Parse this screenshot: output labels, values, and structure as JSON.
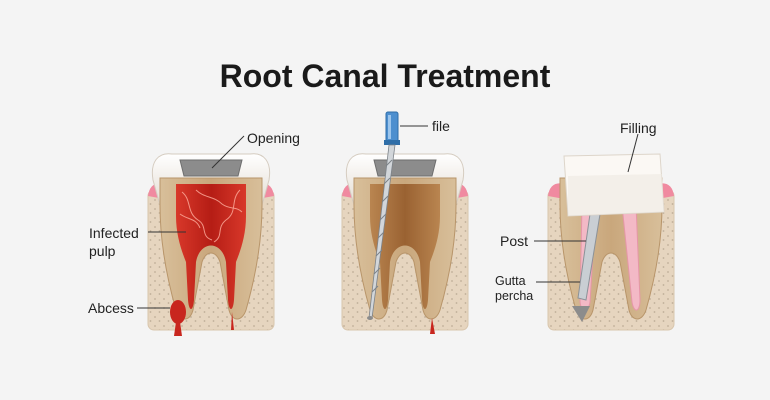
{
  "title": "Root Canal Treatment",
  "panels": [
    {
      "id": "infected",
      "labels": {
        "opening": "Opening",
        "infected_line1": "Infected",
        "infected_line2": "pulp",
        "abcess": "Abcess"
      }
    },
    {
      "id": "cleaning",
      "labels": {
        "file": "file"
      }
    },
    {
      "id": "filled",
      "labels": {
        "filling": "Filling",
        "post": "Post",
        "gutta_line1": "Gutta",
        "gutta_line2": "percha"
      }
    }
  ],
  "colors": {
    "bone": "#e6d5bf",
    "bone_dots": "#bfae97",
    "gum": "#f08aa0",
    "enamel": "#f7f3ee",
    "dentin": "#cdb08a",
    "pulp_healthy": "#a8703a",
    "pulp_infected": "#c8261e",
    "opening_gray": "#8c8c8c",
    "file_blue": "#4d8fcf",
    "gutta_pink": "#f3b9c6",
    "filling_white": "#fbf8f4"
  }
}
